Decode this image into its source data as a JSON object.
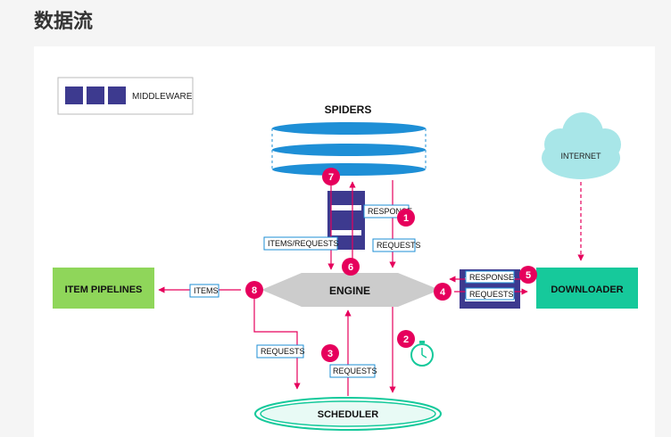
{
  "page_title": "数据流",
  "colors": {
    "accent": "#e6005c",
    "middleware": "#3d3a8f",
    "spiders": "#1e8fd6",
    "item_pipelines": "#8fd65a",
    "downloader": "#16c99b",
    "engine": "#cccccc",
    "internet": "#a8e6e8",
    "label_border": "#1e8fd6"
  },
  "legend": {
    "label": "MIDDLEWARE"
  },
  "components": {
    "spiders": "SPIDERS",
    "engine": "ENGINE",
    "scheduler": "SCHEDULER",
    "downloader": "DOWNLOADER",
    "item_pipelines": "ITEM PIPELINES",
    "internet": "INTERNET"
  },
  "flow_labels": {
    "requests_spider": "REQUESTS",
    "items_requests": "ITEMS/REQUESTS",
    "response_spider": "RESPONSE",
    "items": "ITEMS",
    "requests_left": "REQUESTS",
    "requests_scheduler": "REQUESTS",
    "response_downloader": "RESPONSE",
    "requests_downloader": "REQUESTS"
  },
  "steps": [
    "1",
    "2",
    "3",
    "4",
    "5",
    "6",
    "7",
    "8"
  ]
}
